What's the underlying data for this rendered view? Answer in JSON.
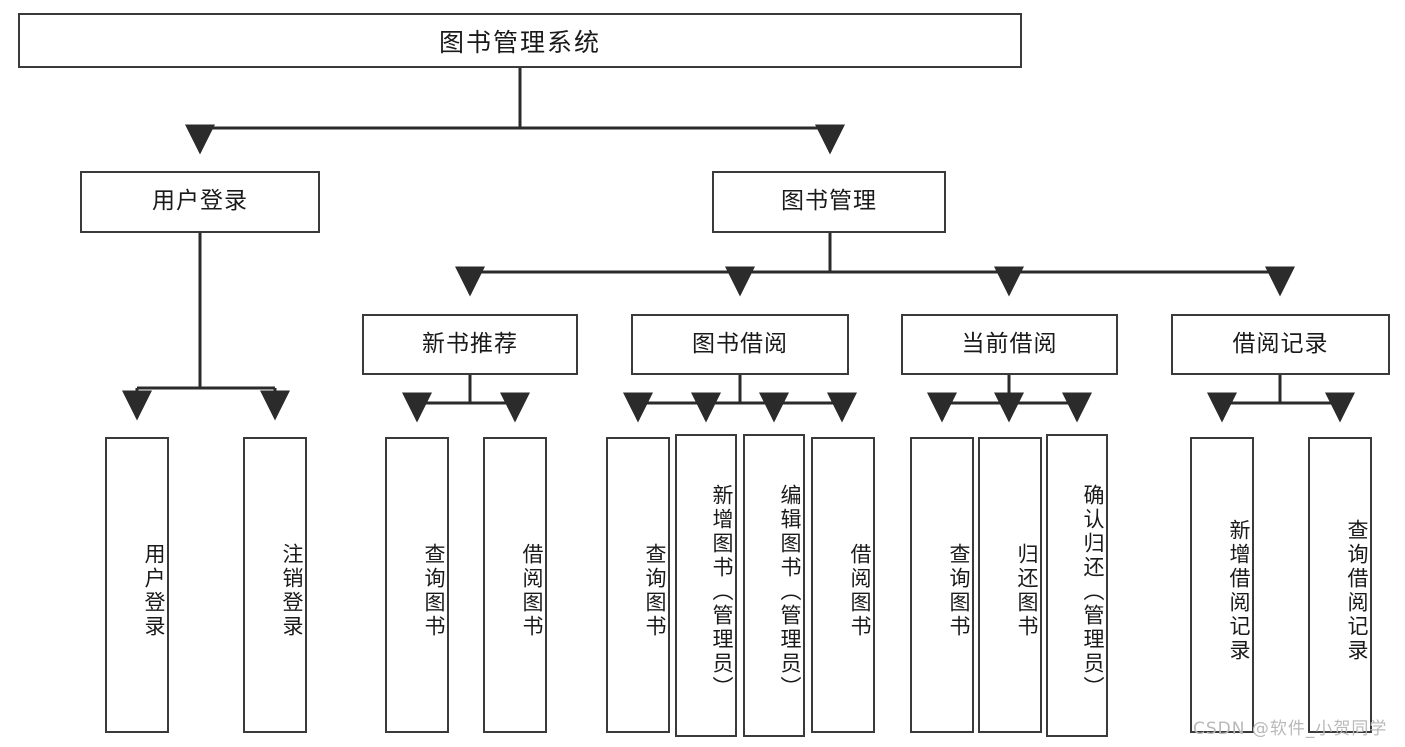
{
  "diagram": {
    "type": "tree-hierarchy",
    "title": "图书管理系统",
    "watermark": "CSDN @软件_小贺同学",
    "colors": {
      "box_border": "#3a3a3a",
      "box_fill": "#ffffff",
      "line": "#2b2b2b",
      "text": "#1a1a1a",
      "watermark": "#b9b9b9",
      "background": "#ffffff"
    },
    "root": {
      "label": "图书管理系统"
    },
    "level2": [
      {
        "label": "用户登录"
      },
      {
        "label": "图书管理"
      }
    ],
    "level3": [
      {
        "label": "新书推荐"
      },
      {
        "label": "图书借阅"
      },
      {
        "label": "当前借阅"
      },
      {
        "label": "借阅记录"
      }
    ],
    "leaves": {
      "user_login": [
        {
          "label": "用户登录"
        },
        {
          "label": "注销登录"
        }
      ],
      "new_book_recommend": [
        {
          "label": "查询图书"
        },
        {
          "label": "借阅图书"
        }
      ],
      "book_borrow": [
        {
          "label": "查询图书"
        },
        {
          "label": "新增图书（管理员）"
        },
        {
          "label": "编辑图书（管理员）"
        },
        {
          "label": "借阅图书"
        }
      ],
      "current_borrow": [
        {
          "label": "查询图书"
        },
        {
          "label": "归还图书"
        },
        {
          "label": "确认归还（管理员）"
        }
      ],
      "borrow_record": [
        {
          "label": "新增借阅记录"
        },
        {
          "label": "查询借阅记录"
        }
      ]
    }
  }
}
